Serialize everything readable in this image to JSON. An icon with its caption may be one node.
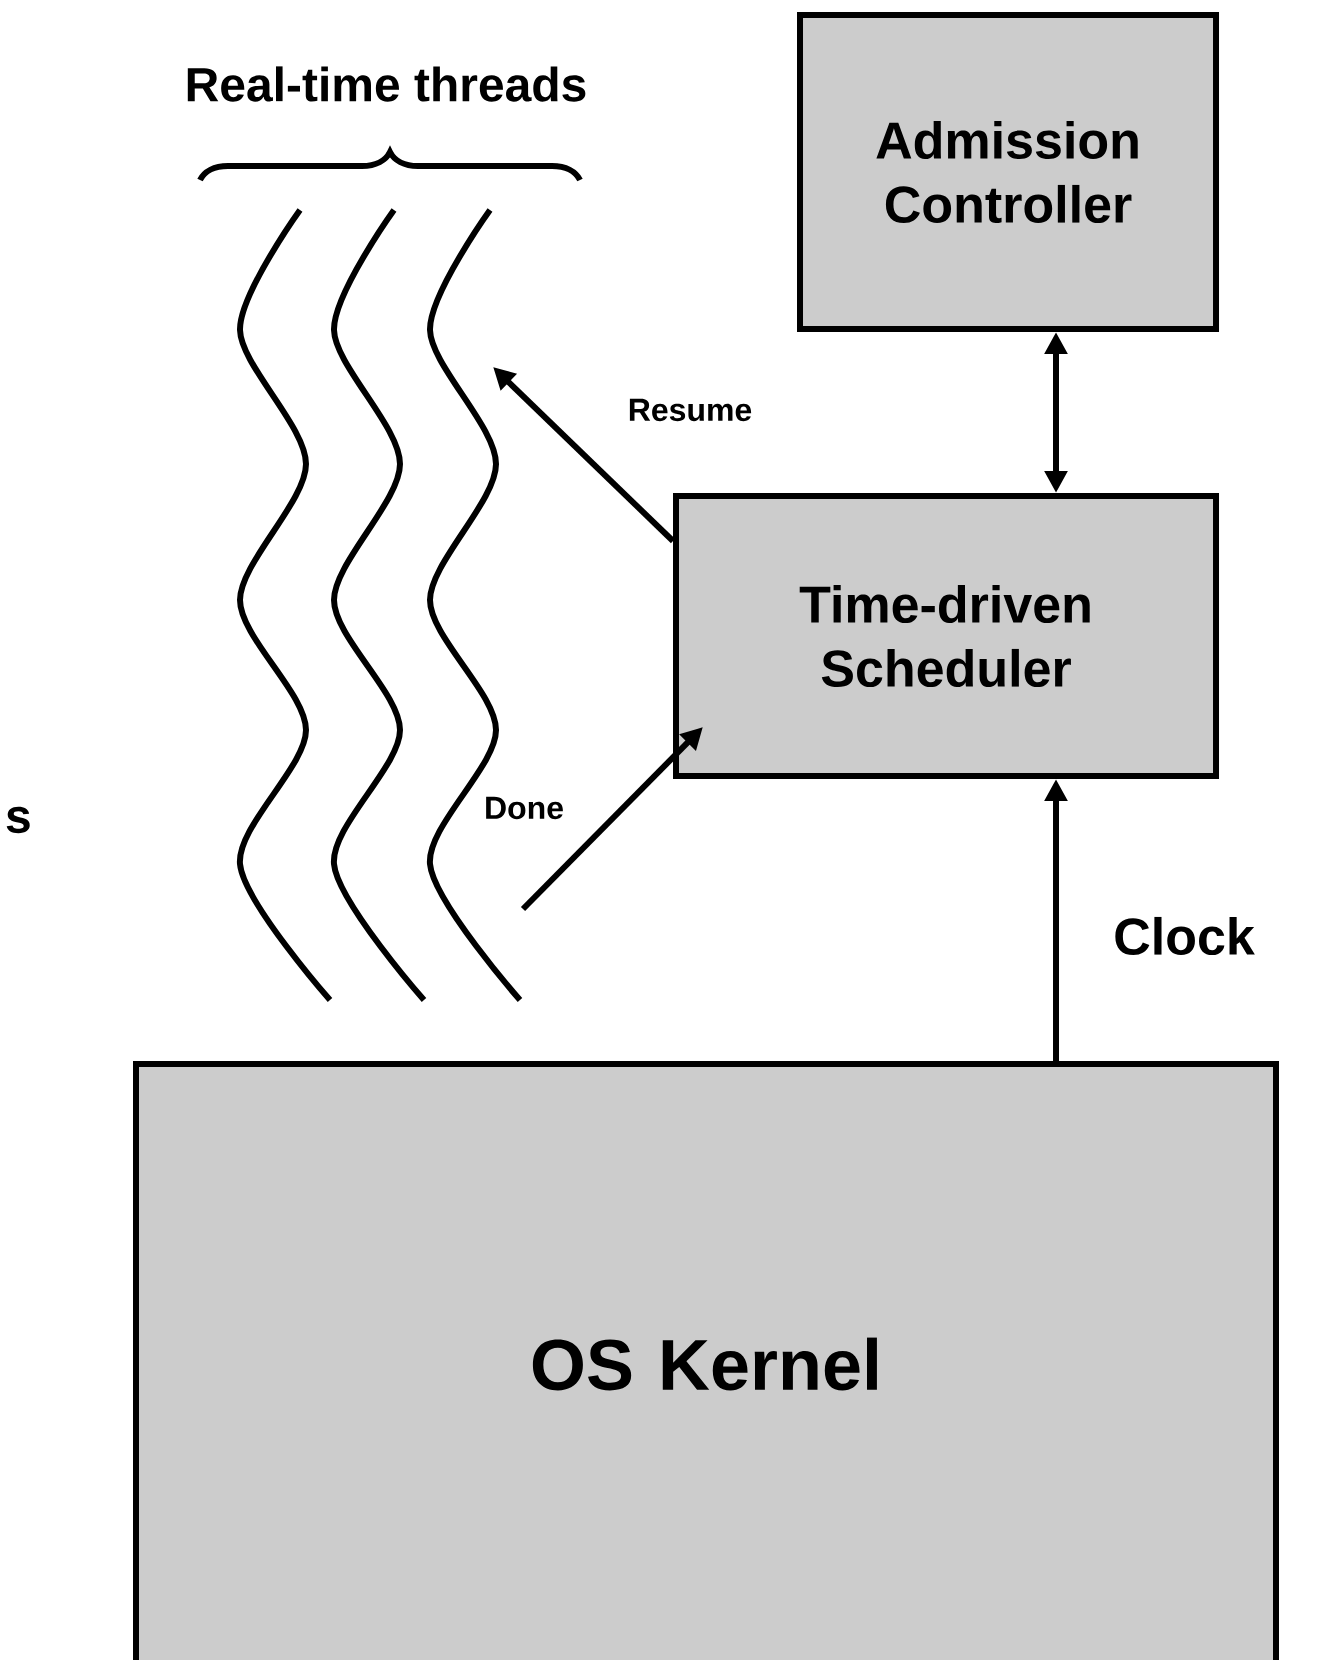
{
  "diagram": {
    "nodes": [
      {
        "text": [
          "Admission Controller"
        ]
      },
      {
        "text": [
          "Time-driven Scheduler"
        ]
      },
      {
        "text": [
          "OS Kernel"
        ]
      },
      {
        "text": [
          "Real-time threads"
        ]
      }
    ],
    "edges": [
      {
        "from": 0,
        "to": 1,
        "arrow": "both"
      },
      {
        "from": 2,
        "to": 1,
        "arrow": "to",
        "label": "Clock"
      },
      {
        "from": 1,
        "to": 3,
        "arrow": "to",
        "label": "Resume"
      },
      {
        "from": 3,
        "to": 1,
        "arrow": "to",
        "label": "Done"
      }
    ],
    "labels": [
      "s"
    ]
  }
}
